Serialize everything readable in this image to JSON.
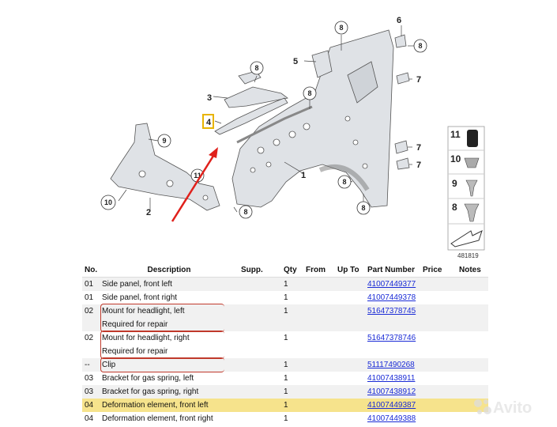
{
  "diagram": {
    "reference_number": "481819",
    "callouts": {
      "c1": "1",
      "c2": "2",
      "c3": "3",
      "c4": "4",
      "c5": "5",
      "c6": "6",
      "c7a": "7",
      "c7b": "7",
      "c7c": "7",
      "c8a": "8",
      "c8b": "8",
      "c8c": "8",
      "c8d": "8",
      "c8e": "8",
      "c9": "9",
      "c10": "10",
      "c11": "11"
    },
    "legend": [
      "11",
      "10",
      "9",
      "8"
    ],
    "highlight_color": "#e8b400",
    "arrow_color": "#e0201b",
    "icons": [
      "fender-panel",
      "bracket",
      "clip",
      "nut",
      "screw",
      "view-arrow"
    ]
  },
  "table": {
    "headers": {
      "no": "No.",
      "description": "Description",
      "supp": "Supp.",
      "qty": "Qty",
      "from": "From",
      "upto": "Up To",
      "part_number": "Part Number",
      "price": "Price",
      "notes": "Notes"
    },
    "rows": [
      {
        "no": "01",
        "desc": "Side panel, front left",
        "note": "",
        "qty": "1",
        "pn": "41007449377"
      },
      {
        "no": "01",
        "desc": "Side panel, front right",
        "note": "",
        "qty": "1",
        "pn": "41007449378"
      },
      {
        "no": "02",
        "desc": "Mount for headlight, left",
        "note": "Required for repair",
        "qty": "1",
        "pn": "51647378745"
      },
      {
        "no": "02",
        "desc": "Mount for headlight, right",
        "note": "Required for repair",
        "qty": "1",
        "pn": "51647378746"
      },
      {
        "no": "--",
        "desc": "Clip",
        "note": "",
        "qty": "1",
        "pn": "51117490268"
      },
      {
        "no": "03",
        "desc": "Bracket for gas spring, left",
        "note": "",
        "qty": "1",
        "pn": "41007438911"
      },
      {
        "no": "03",
        "desc": "Bracket for gas spring, right",
        "note": "",
        "qty": "1",
        "pn": "41007438912"
      },
      {
        "no": "04",
        "desc": "Deformation element, front left",
        "note": "",
        "qty": "1",
        "pn": "41007449387"
      },
      {
        "no": "04",
        "desc": "Deformation element, front right",
        "note": "",
        "qty": "1",
        "pn": "41007449388"
      }
    ]
  },
  "watermark": {
    "brand": "Avito"
  }
}
